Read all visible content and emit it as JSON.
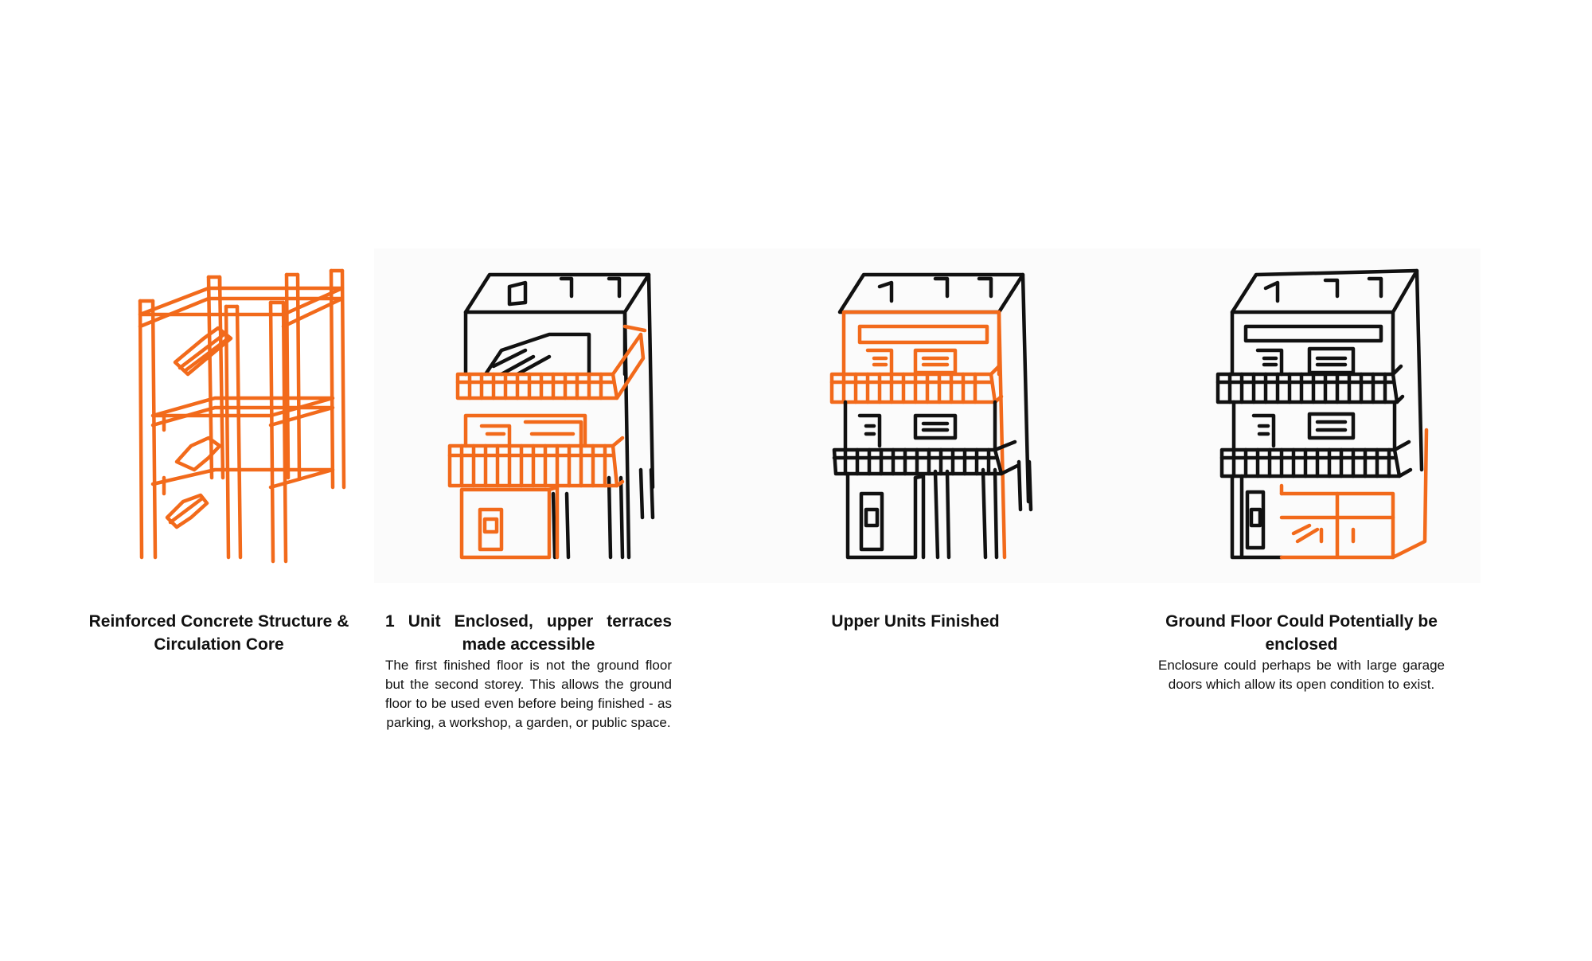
{
  "colors": {
    "accent": "#f26a1b",
    "ink": "#111111",
    "paper": "#ffffff"
  },
  "stages": [
    {
      "title": "Reinforced Concrete Structure & Circulation Core",
      "description": ""
    },
    {
      "title": "1 Unit Enclosed, upper terraces made accessible",
      "description": "The first finished floor is not the ground floor but the second storey. This allows the ground floor to be used even before being finished - as parking, a workshop, a garden, or public space."
    },
    {
      "title": "Upper Units Finished",
      "description": ""
    },
    {
      "title": "Ground Floor Could Potentially be enclosed",
      "description": "Enclosure could perhaps be with large garage doors which allow its open condition to exist."
    }
  ]
}
